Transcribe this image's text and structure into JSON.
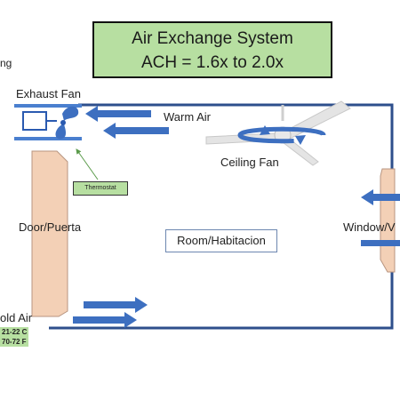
{
  "title": {
    "line1": "Air Exchange System",
    "line2": "ACH = 1.6x to 2.0x"
  },
  "labels": {
    "top_left_cut": "ng",
    "exhaust_fan": "Exhaust Fan",
    "warm_air": "Warm Air",
    "ceiling_fan": "Ceiling Fan",
    "door": "Door/Puerta",
    "window": "Window/V",
    "room": "Room/Habitacion",
    "thermostat": "Thermostat",
    "cold_air": "old Air",
    "temp_c": "21-22 C",
    "temp_f": "70-72 F"
  },
  "colors": {
    "arrow_blue": "#3d6fc0",
    "room_outline": "#2e4f8c",
    "door_fill": "#f3d0b6",
    "title_fill": "#b7dfa1",
    "fan_blade": "#e4e4e4"
  }
}
